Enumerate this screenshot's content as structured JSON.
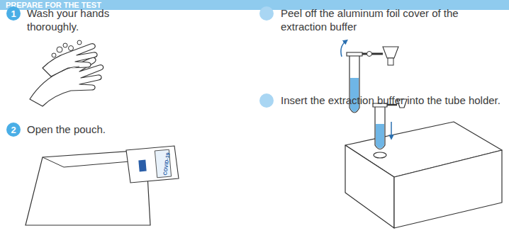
{
  "diagram": {
    "title": "PREPARE FOR THE TEST",
    "nodes": [
      {
        "text": [
          "1"
        ]
      },
      {
        "text": [
          "2"
        ]
      }
    ],
    "labels": [
      "Wash your hands thoroughly.",
      "Open the pouch.",
      "Peel off the aluminum foil cover of the extraction buffer",
      "Insert the extraction buffer into the tube holder.",
      "COVID-19"
    ]
  }
}
